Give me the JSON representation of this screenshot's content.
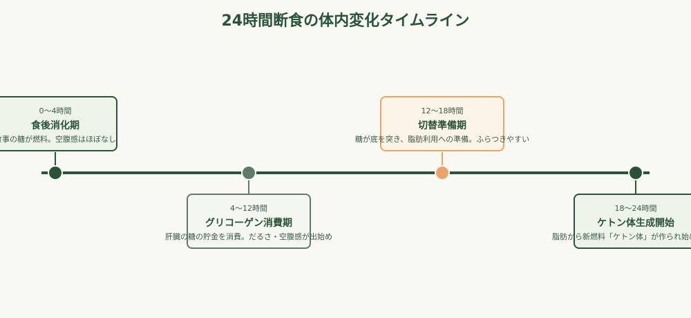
{
  "title": "24時間断食の体内変化タイムライン",
  "colors": {
    "dark_green": "#2a5238",
    "grey_green": "#5f7a68",
    "orange": "#e8a46a",
    "card_fill_green": "#eef3e9",
    "card_fill_orange": "#fdf4e8",
    "background": "#f9f9f4"
  },
  "stages": [
    {
      "time": "0〜4時間",
      "name": "食後消化期",
      "desc": "食事の糖が燃料。空腹感はほぼなし"
    },
    {
      "time": "4〜12時間",
      "name": "グリコーゲン消費期",
      "desc": "肝臓の糖の貯金を消費。だるさ・空腹感が出始め"
    },
    {
      "time": "12〜18時間",
      "name": "切替準備期",
      "desc": "糖が底を突き、脂肪利用への準備。ふらつきやすい"
    },
    {
      "time": "18〜24時間",
      "name": "ケトン体生成開始",
      "desc": "脂肪から新燃料「ケトン体」が作られ始める。ネ"
    }
  ]
}
